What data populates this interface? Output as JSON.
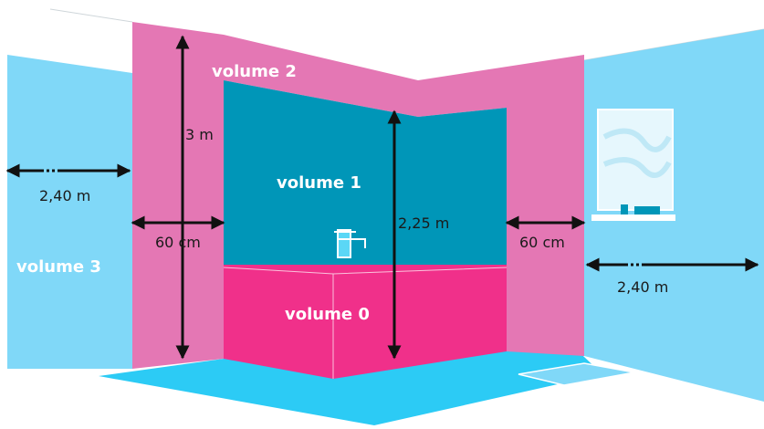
{
  "diagram": {
    "zones": {
      "volume_0": "volume 0",
      "volume_1": "volume 1",
      "volume_2": "volume 2",
      "volume_3": "volume 3"
    },
    "measurements": {
      "height_total": "3 m",
      "height_volume_1": "2,25 m",
      "width_volume_2_left": "60 cm",
      "width_volume_2_right": "60 cm",
      "width_volume_3_left": "2,40 m",
      "width_volume_3_right": "2,40 m"
    },
    "colors": {
      "volume_0": "#f0308a",
      "volume_1": "#0096b8",
      "volume_2": "#e477b4",
      "volume_3": "#80d8f8",
      "floor": "#2ccbf5",
      "line": "#111111"
    }
  }
}
